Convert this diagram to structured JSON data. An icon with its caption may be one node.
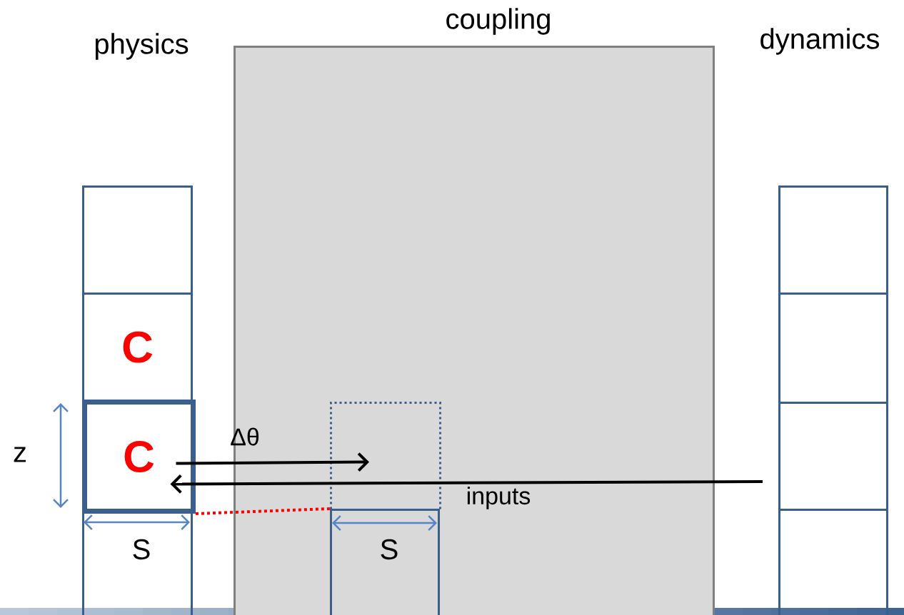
{
  "diagram": {
    "nodes": [
      {
        "text": [],
        "shape": "box"
      },
      {
        "text": [
          "C"
        ]
      },
      {
        "text": [
          "C"
        ]
      },
      {
        "text": [],
        "shape": "box"
      },
      {
        "text": [
          "coupling"
        ]
      },
      {
        "text": [],
        "shape": "box",
        "in": 4
      },
      {
        "text": [],
        "shape": "box",
        "in": 4
      },
      {
        "text": [],
        "shape": "box"
      },
      {
        "text": [],
        "shape": "box"
      },
      {
        "text": [],
        "shape": "box"
      },
      {
        "text": [],
        "shape": "box"
      }
    ],
    "edges": [
      {
        "from": 2,
        "to": 5,
        "arrow": "to",
        "label": "Δθ"
      },
      {
        "from": null,
        "to": 2,
        "arrow": "to",
        "label": "inputs"
      },
      {
        "from": 2,
        "to": 6,
        "arrow": "none",
        "style": "dashed",
        "color": "#ff0000"
      }
    ],
    "labels": [
      "physics",
      "dynamics",
      "z",
      "S",
      "S"
    ]
  }
}
